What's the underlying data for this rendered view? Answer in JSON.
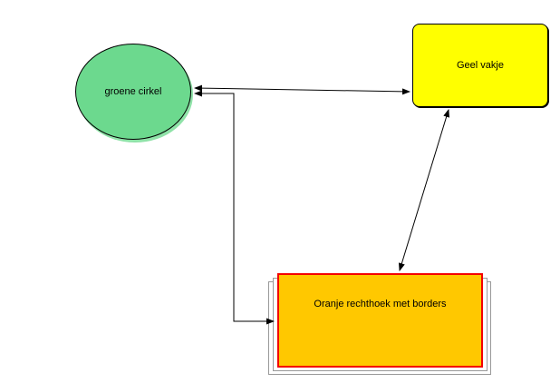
{
  "colors": {
    "circle-fill": "#6cd98e",
    "circle-shadow": "#8fe2a8",
    "yellow-fill": "#ffff00",
    "orange-fill": "#ffc800",
    "orange-border": "#f40000",
    "stack-border": "#999999",
    "line": "#000000",
    "text": "#000000",
    "background": "#ffffff"
  },
  "diagram": {
    "shapes": {
      "circle": {
        "label": "groene cirkel",
        "type": "ellipse",
        "fill": "#6cd98e"
      },
      "yellow_box": {
        "label": "Geel vakje",
        "type": "rounded-rectangle",
        "fill": "#ffff00"
      },
      "orange_rect": {
        "label": "Oranje rechthoek met borders",
        "type": "rectangle-with-stacked-borders",
        "fill": "#ffc800",
        "border": "#f40000"
      }
    },
    "connectors": [
      {
        "from": "groene cirkel",
        "to": "Geel vakje",
        "style": "straight",
        "arrows": "both"
      },
      {
        "from": "groene cirkel",
        "to": "Oranje rechthoek met borders",
        "style": "elbow",
        "arrows": "both"
      },
      {
        "from": "Geel vakje",
        "to": "Oranje rechthoek met borders",
        "style": "straight",
        "arrows": "both"
      }
    ]
  }
}
